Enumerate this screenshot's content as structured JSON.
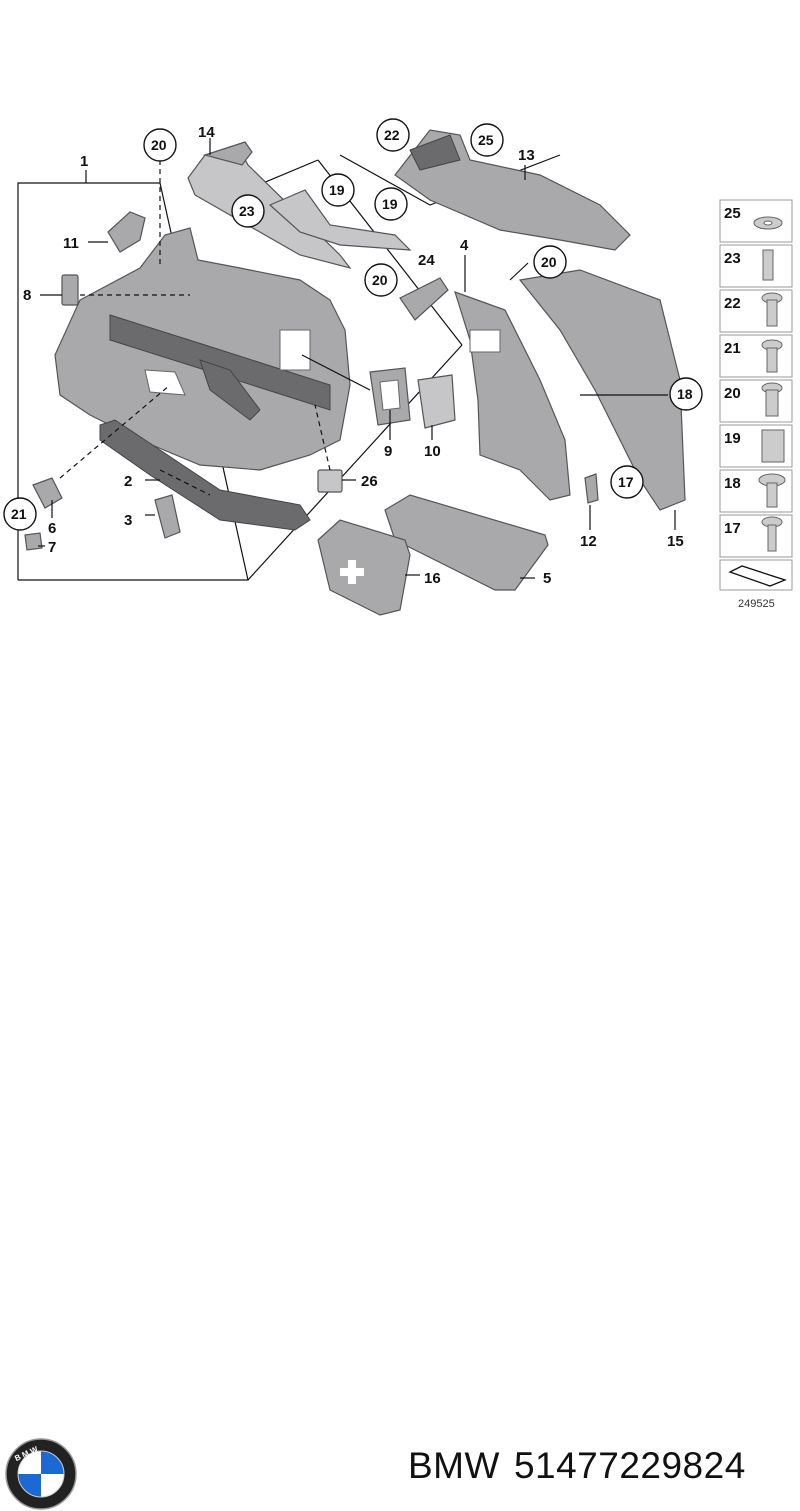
{
  "diagram": {
    "callouts": [
      "1",
      "2",
      "3",
      "4",
      "5",
      "6",
      "7",
      "8",
      "9",
      "10",
      "11",
      "12",
      "13",
      "14",
      "15",
      "16",
      "17",
      "18",
      "19",
      "20",
      "21",
      "22",
      "23",
      "24",
      "25",
      "26"
    ],
    "legend_items": [
      "25",
      "23",
      "22",
      "21",
      "20",
      "19",
      "18",
      "17"
    ],
    "figure_number": "249525"
  },
  "footer": {
    "brand": "BMW",
    "part_number": "51477229824",
    "logo_letters": "BMW"
  },
  "colors": {
    "part_fill": "#a9a9ab",
    "line": "#111111",
    "logo_blue": "#1c69d4"
  },
  "icons": [
    "bmw-roundel-logo"
  ]
}
